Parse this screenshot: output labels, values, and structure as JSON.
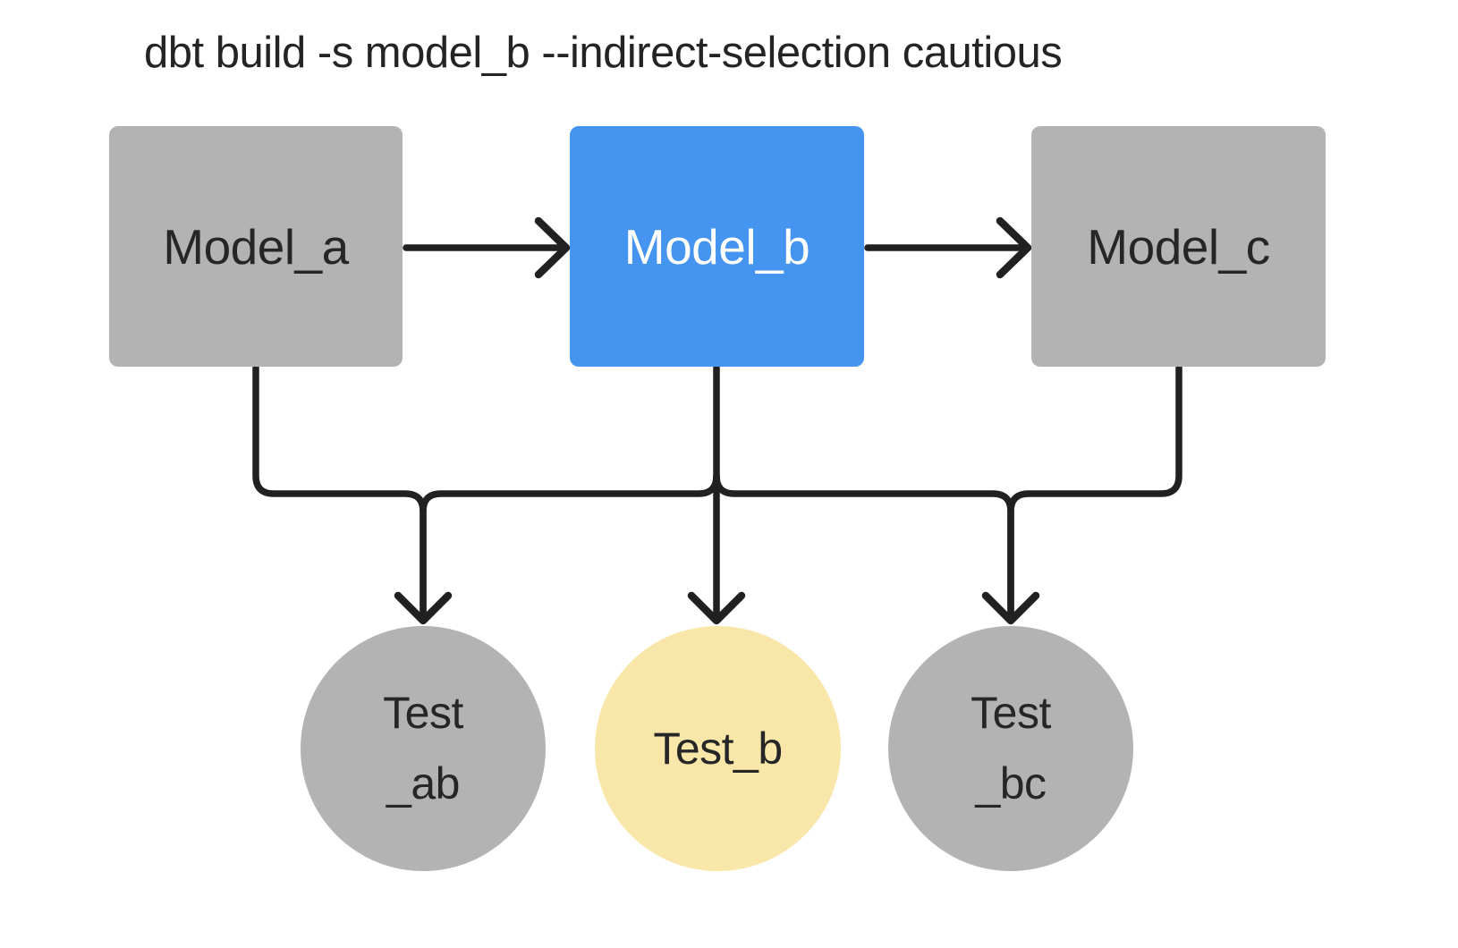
{
  "title": "dbt build -s model_b --indirect-selection cautious",
  "colors": {
    "background": "#ffffff",
    "node_gray": "#b3b3b3",
    "node_selected_blue": "#4494f0",
    "node_indirect_yellow": "#f8e7a9",
    "edge_dark": "#212121",
    "text_dark": "#262626",
    "text_light": "#ffffff"
  },
  "diagram": {
    "models": [
      {
        "id": "model_a",
        "label": "Model_a"
      },
      {
        "id": "model_b",
        "label": "Model_b"
      },
      {
        "id": "model_c",
        "label": "Model_c"
      }
    ],
    "tests": [
      {
        "id": "test_ab",
        "line1": "Test",
        "line2": "_ab"
      },
      {
        "id": "test_b",
        "line1": "Test_b",
        "line2": ""
      },
      {
        "id": "test_bc",
        "line1": "Test",
        "line2": "_bc"
      }
    ],
    "edges": [
      {
        "from": "Model_a",
        "to": "Model_b"
      },
      {
        "from": "Model_b",
        "to": "Model_c"
      },
      {
        "from": "Model_a",
        "to": "Test_ab"
      },
      {
        "from": "Model_b",
        "to": "Test_ab"
      },
      {
        "from": "Model_b",
        "to": "Test_b"
      },
      {
        "from": "Model_b",
        "to": "Test_bc"
      },
      {
        "from": "Model_c",
        "to": "Test_bc"
      }
    ]
  }
}
